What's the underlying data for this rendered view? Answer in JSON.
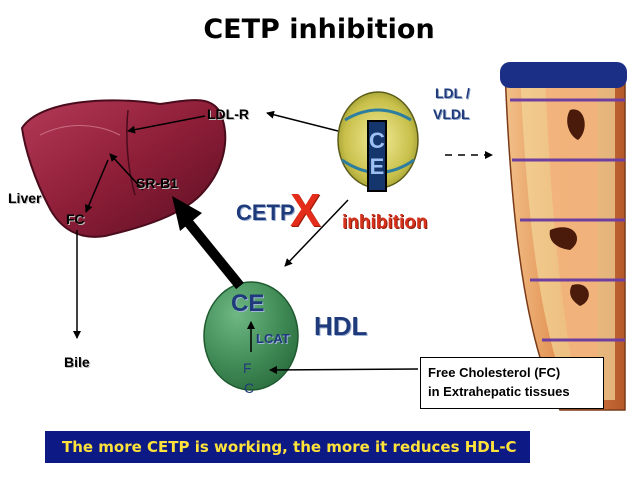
{
  "title": "CETP inhibition",
  "labels": {
    "liver": "Liver",
    "ldl_r": "LDL-R",
    "sr_b1": "SR-B1",
    "fc_liver": "FC",
    "bile": "Bile",
    "ldl_vldl_line1": "LDL /",
    "ldl_vldl_line2": "VLDL",
    "ce_top_c": "C",
    "ce_top_e": "E",
    "cetp": "CETP",
    "x_mark": "X",
    "inhibition": "inhibition",
    "ce_hdl": "CE",
    "lcat": "LCAT",
    "fc_hdl_f": "F",
    "fc_hdl_c": "C",
    "hdl": "HDL"
  },
  "fc_box": {
    "line1": "Free Cholesterol (FC)",
    "line2": "in Extrahepatic tissues"
  },
  "bottom_banner": "The more CETP is working, the more it reduces HDL-C",
  "colors": {
    "liver": "#8e1e38",
    "hdl_particle": "#3f8a55",
    "ce_box": "#14366d",
    "x_mark": "#e32d1a",
    "banner_bg": "#0d1a86",
    "banner_text": "#ffe23a",
    "vessel": "#d9783e"
  }
}
